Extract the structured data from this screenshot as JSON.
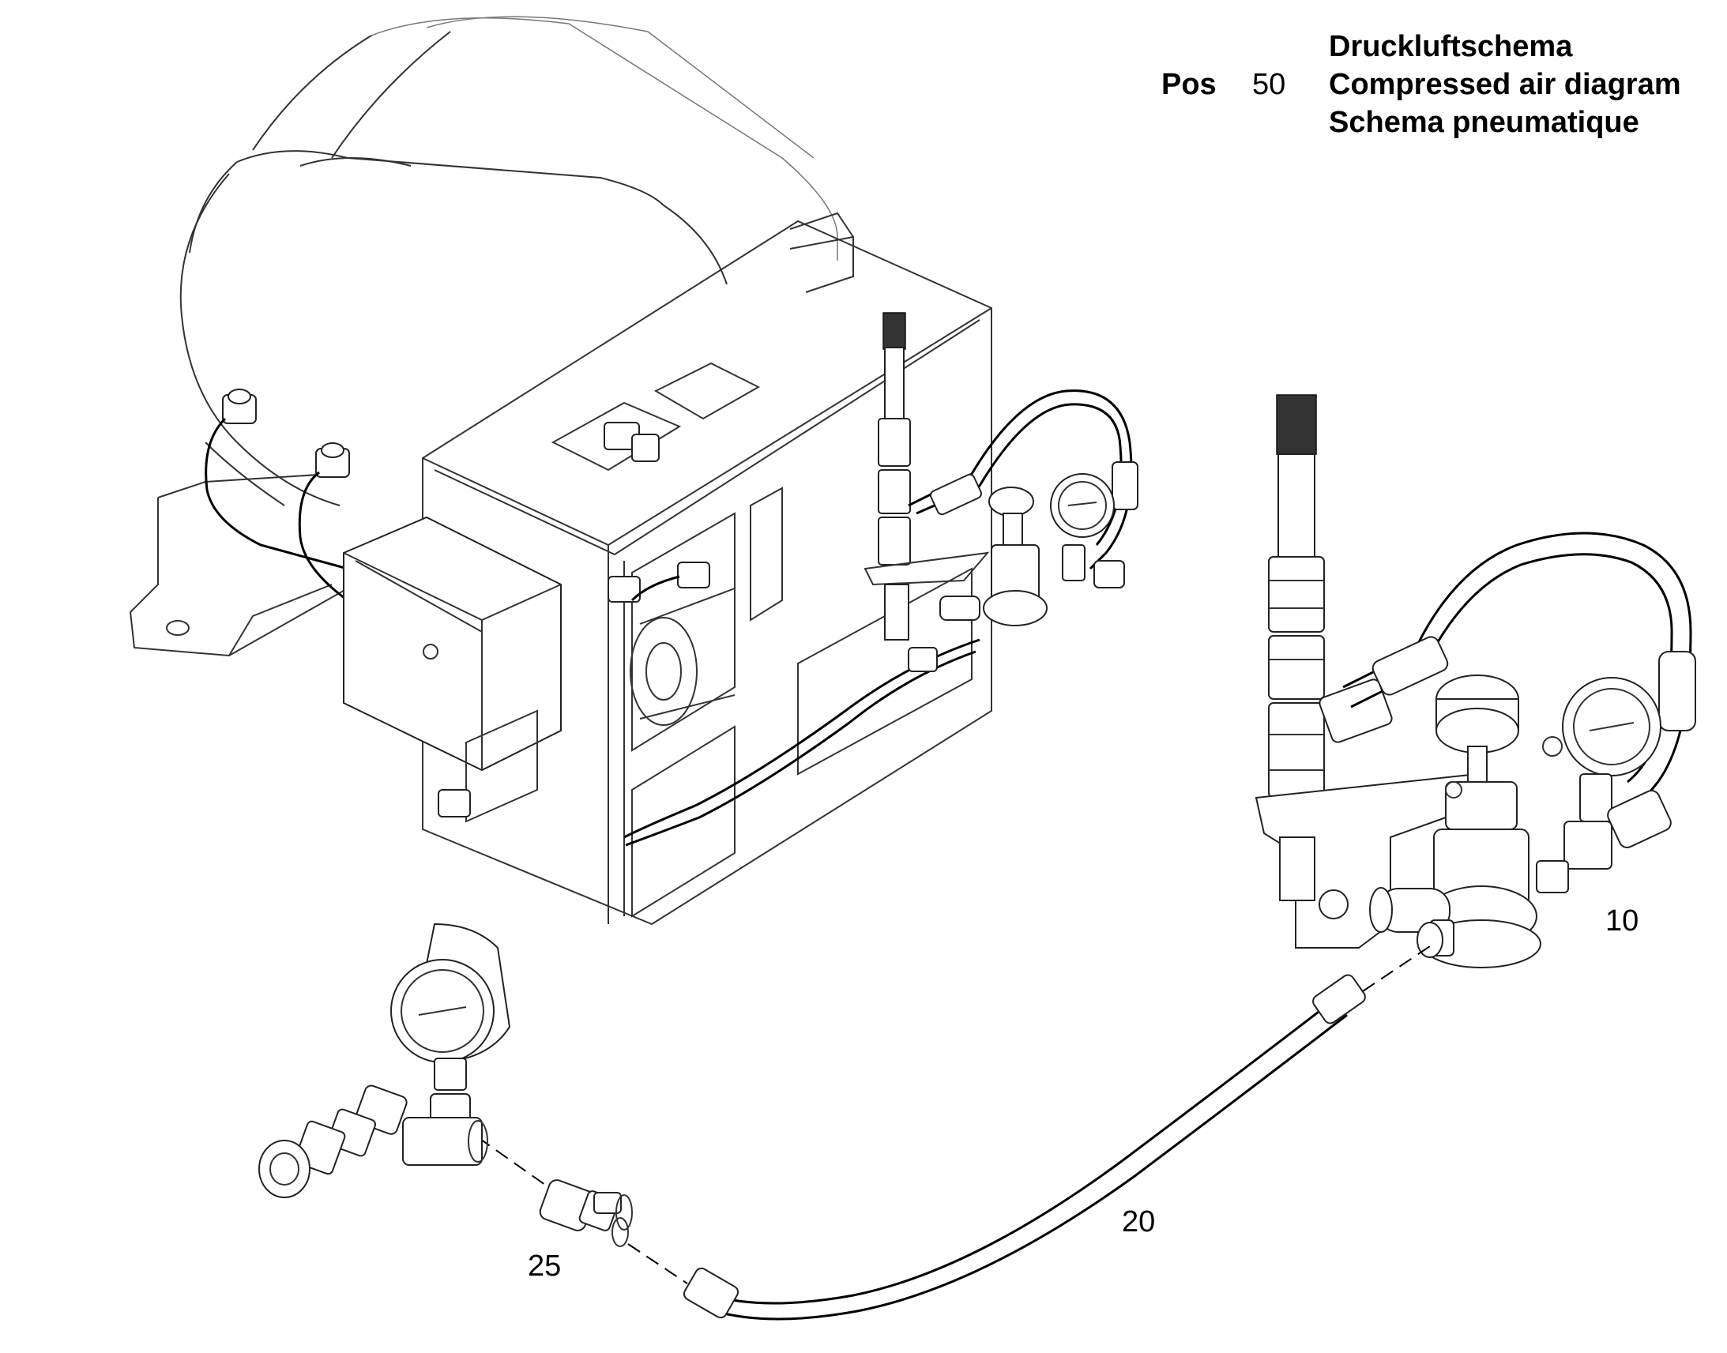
{
  "title_block": {
    "pos_label": "Pos",
    "pos_number": "50",
    "title_de": "Druckluftschema",
    "title_en": "Compressed air diagram",
    "title_fr": "Schema pneumatique"
  },
  "callouts": [
    {
      "id": "10"
    },
    {
      "id": "20"
    },
    {
      "id": "25"
    }
  ]
}
